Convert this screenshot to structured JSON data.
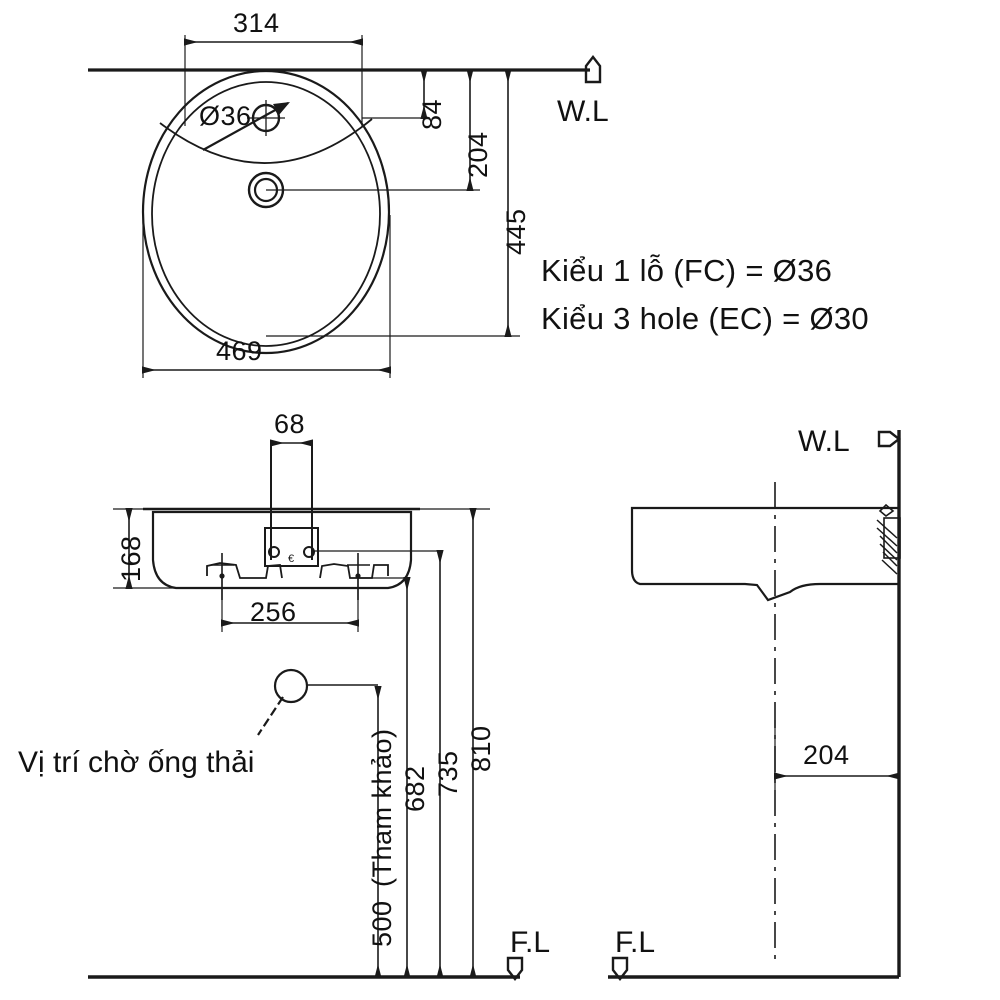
{
  "document": {
    "title": "Wash Basin Installation Drawing",
    "units": "mm",
    "line_color": "#1a1a1a",
    "background": "#ffffff"
  },
  "views": {
    "top": {
      "name": "Top view",
      "dimensions": {
        "width_overall": "469",
        "faucet_offset_from_wall_horizontal": "314",
        "faucet_hole_to_wall": "84",
        "drain_to_wall": "204",
        "front_edge_to_wall": "445"
      },
      "callouts": {
        "faucet_hole_diameter": "Ø36"
      },
      "level_marks": {
        "water_line": "W.L"
      }
    },
    "front": {
      "name": "Front view",
      "dimensions": {
        "faucet_hole_spacing": "68",
        "body_height": "168",
        "bracket_spacing": "256",
        "drain_height_ref": "500",
        "drain_height_ref_suffix": "(Tham khảo)",
        "trap_height": "682",
        "overflow_height": "735",
        "rim_height": "810"
      },
      "notes": {
        "waste_pipe_position": "Vị trí chờ ống thải"
      },
      "level_marks": {
        "floor_line": "F.L"
      }
    },
    "side": {
      "name": "Side view",
      "dimensions": {
        "depth_from_wall": "204"
      },
      "level_marks": {
        "water_line": "W.L",
        "floor_line": "F.L"
      }
    }
  },
  "legend": {
    "line1": "Kiểu  1 lỗ (FC) =  Ø36",
    "line2": "Kiểu  3 hole (EC) = Ø30"
  }
}
